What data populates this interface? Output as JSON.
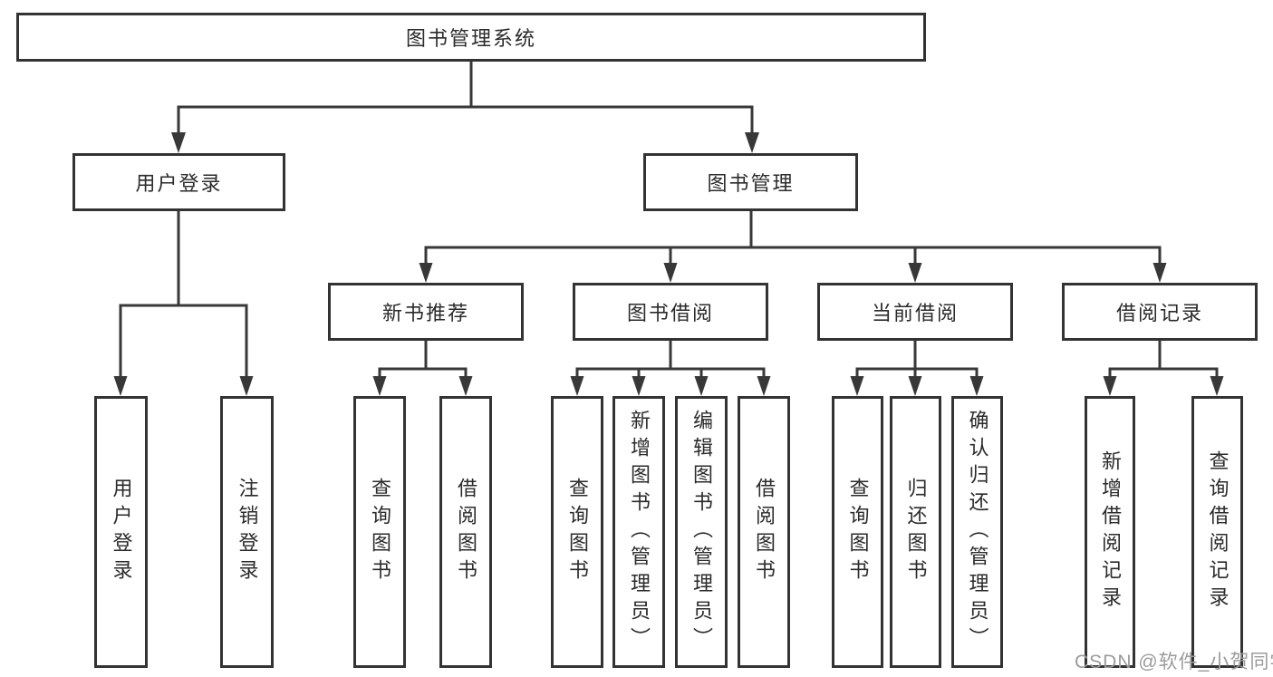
{
  "diagram_title": "图书管理系统",
  "colors": {
    "line": "#383838",
    "border": "#333333",
    "text": "#2b2b2b",
    "background": "#ffffff",
    "watermark": "#9b9b9b"
  },
  "nodes": {
    "root": {
      "label": "图书管理系统"
    },
    "user_login": {
      "label": "用户登录"
    },
    "book_mgmt": {
      "label": "图书管理"
    },
    "new_book_rec": {
      "label": "新书推荐"
    },
    "book_borrow": {
      "label": "图书借阅"
    },
    "current_borrow": {
      "label": "当前借阅"
    },
    "borrow_records": {
      "label": "借阅记录"
    },
    "leaf_user_login": {
      "label": "用户登录"
    },
    "leaf_logout": {
      "label": "注销登录"
    },
    "leaf_query_book_1": {
      "label": "查询图书"
    },
    "leaf_borrow_book_1": {
      "label": "借阅图书"
    },
    "leaf_query_book_2": {
      "label": "查询图书"
    },
    "leaf_add_book_admin": {
      "label": "新增图书（管理员）"
    },
    "leaf_edit_book_admin": {
      "label": "编辑图书（管理员）"
    },
    "leaf_borrow_book_2": {
      "label": "借阅图书"
    },
    "leaf_query_book_3": {
      "label": "查询图书"
    },
    "leaf_return_book": {
      "label": "归还图书"
    },
    "leaf_confirm_return_admin": {
      "label": "确认归还（管理员）"
    },
    "leaf_add_borrow_record": {
      "label": "新增借阅记录"
    },
    "leaf_query_borrow_record": {
      "label": "查询借阅记录"
    }
  },
  "watermark": {
    "text": "CSDN @软件_小贺同学"
  }
}
